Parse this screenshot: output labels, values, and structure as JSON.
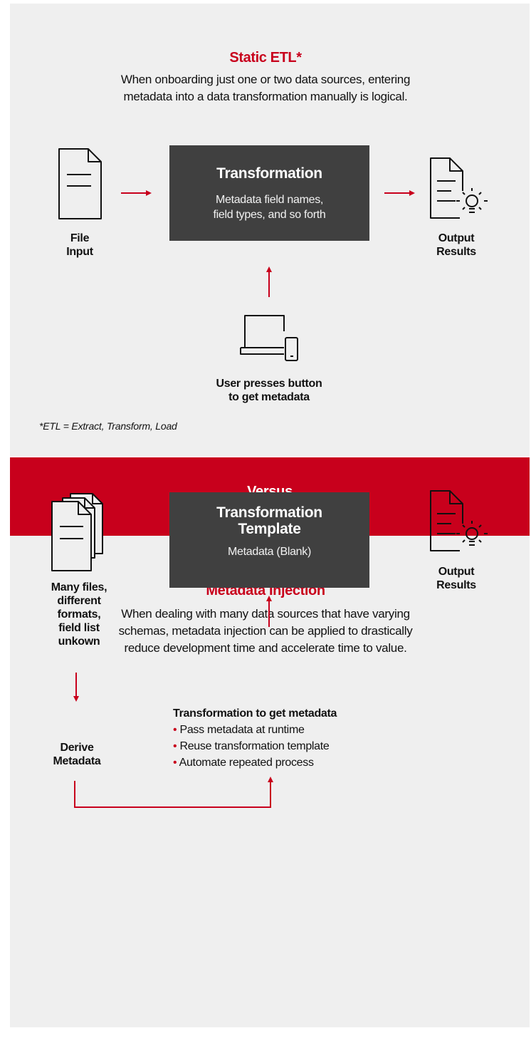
{
  "top": {
    "title": "Static ETL*",
    "intro_lines": [
      "When onboarding just one or two data sources, entering",
      "metadata into a data transformation manually is logical."
    ],
    "box": {
      "title": "Transformation",
      "sub_lines": [
        "Metadata field names,",
        "field types, and so forth"
      ]
    },
    "input_label_lines": [
      "File",
      "Input"
    ],
    "output_label_lines": [
      "Output",
      "Results"
    ],
    "user_label_lines": [
      "User presses button",
      "to get metadata"
    ],
    "footnote": "*ETL = Extract, Transform, Load",
    "icons": [
      "document-icon",
      "report-lightbulb-icon",
      "laptop-phone-icon"
    ]
  },
  "versus": {
    "label": "Versus",
    "color": "#c8001c"
  },
  "bottom": {
    "title": "Metadata Injection",
    "intro_lines": [
      "When dealing with many data sources that have varying",
      "schemas, metadata injection can be applied to drastically",
      "reduce development time and accelerate time to value."
    ],
    "box": {
      "title_lines": [
        "Transformation",
        "Template"
      ],
      "sub": "Metadata (Blank)"
    },
    "input_label_lines": [
      "Many files,",
      "different",
      "formats,",
      "field list",
      "unkown"
    ],
    "output_label_lines": [
      "Output",
      "Results"
    ],
    "derive_label_lines": [
      "Derive",
      "Metadata"
    ],
    "bullets_title": "Transformation to get metadata",
    "bullets": [
      "Pass metadata at runtime",
      "Reuse transformation template",
      "Automate repeated process"
    ],
    "icons": [
      "stacked-documents-icon",
      "report-lightbulb-icon"
    ]
  },
  "colors": {
    "accent": "#c8001c",
    "panel": "#efefef",
    "box": "#404040"
  }
}
